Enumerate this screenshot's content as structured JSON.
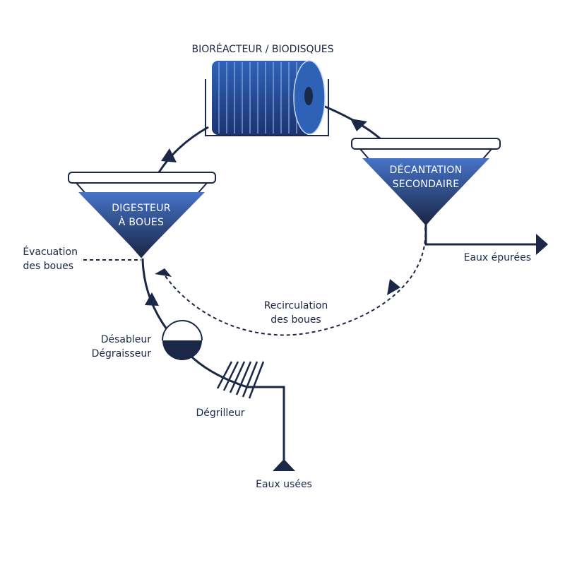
{
  "colors": {
    "navy": "#1a2746",
    "blue": "#3f6fc2",
    "white": "#ffffff"
  },
  "labels": {
    "bioreactor": "BIORÉACTEUR / BIODISQUES",
    "digester_l1": "DIGESTEUR",
    "digester_l2": "À BOUES",
    "decantation_l1": "DÉCANTATION",
    "decantation_l2": "SECONDAIRE",
    "evacuation_l1": "Évacuation",
    "evacuation_l2": "des boues",
    "clean_water": "Eaux épurées",
    "recirc_l1": "Recirculation",
    "recirc_l2": "des boues",
    "desander_l1": "Désableur",
    "desander_l2": "Dégraisseur",
    "screener": "Dégrilleur",
    "wastewater": "Eaux usées"
  },
  "icons": [
    "rotating-biodisc-icon",
    "settling-tank-icon",
    "grit-grease-trap-icon",
    "bar-screen-icon",
    "flow-arrow-icon"
  ]
}
